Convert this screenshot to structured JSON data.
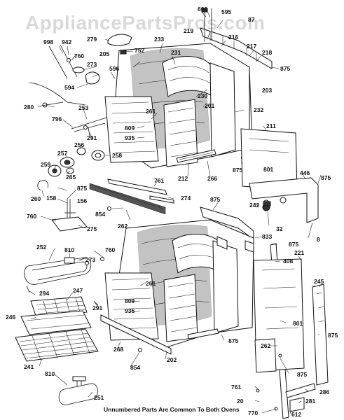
{
  "watermark": "AppliancePartsPros.com",
  "footer_note": "Unnumbered Parts Are Common To Both Ovens",
  "labels": [
    {
      "id": "l600",
      "text": "600"
    },
    {
      "id": "l595",
      "text": "595"
    },
    {
      "id": "l87",
      "text": "87"
    },
    {
      "id": "l219",
      "text": "219"
    },
    {
      "id": "l216",
      "text": "216"
    },
    {
      "id": "l233",
      "text": "233"
    },
    {
      "id": "l217",
      "text": "217"
    },
    {
      "id": "l218",
      "text": "218"
    },
    {
      "id": "l875a",
      "text": "875"
    },
    {
      "id": "l279",
      "text": "279"
    },
    {
      "id": "l998",
      "text": "998"
    },
    {
      "id": "l942",
      "text": "942"
    },
    {
      "id": "l752",
      "text": "752"
    },
    {
      "id": "l205",
      "text": "205"
    },
    {
      "id": "l760a",
      "text": "760"
    },
    {
      "id": "l231",
      "text": "231"
    },
    {
      "id": "l273",
      "text": "273"
    },
    {
      "id": "l596",
      "text": "596"
    },
    {
      "id": "l594",
      "text": "594"
    },
    {
      "id": "l203",
      "text": "203"
    },
    {
      "id": "l230",
      "text": "230"
    },
    {
      "id": "l280",
      "text": "280"
    },
    {
      "id": "l253",
      "text": "253"
    },
    {
      "id": "l201",
      "text": "201"
    },
    {
      "id": "l232",
      "text": "232"
    },
    {
      "id": "l261a",
      "text": "261"
    },
    {
      "id": "l796",
      "text": "796"
    },
    {
      "id": "l211",
      "text": "211"
    },
    {
      "id": "l809a",
      "text": "809"
    },
    {
      "id": "l291a",
      "text": "291"
    },
    {
      "id": "l935a",
      "text": "935"
    },
    {
      "id": "l257",
      "text": "257"
    },
    {
      "id": "l256",
      "text": "256"
    },
    {
      "id": "l258",
      "text": "258"
    },
    {
      "id": "l801a",
      "text": "801"
    },
    {
      "id": "l259",
      "text": "259"
    },
    {
      "id": "l875b",
      "text": "875"
    },
    {
      "id": "l212",
      "text": "212"
    },
    {
      "id": "l266",
      "text": "266"
    },
    {
      "id": "l446",
      "text": "446"
    },
    {
      "id": "l875c",
      "text": "875"
    },
    {
      "id": "l265",
      "text": "265"
    },
    {
      "id": "l761a",
      "text": "761"
    },
    {
      "id": "l260",
      "text": "260"
    },
    {
      "id": "l875d",
      "text": "875"
    },
    {
      "id": "l158",
      "text": "158"
    },
    {
      "id": "l156",
      "text": "156"
    },
    {
      "id": "l274",
      "text": "274"
    },
    {
      "id": "l875e",
      "text": "875"
    },
    {
      "id": "l242",
      "text": "242"
    },
    {
      "id": "l854a",
      "text": "854"
    },
    {
      "id": "l760b",
      "text": "760"
    },
    {
      "id": "l262a",
      "text": "262"
    },
    {
      "id": "l275",
      "text": "275"
    },
    {
      "id": "l32",
      "text": "32"
    },
    {
      "id": "l8",
      "text": "8"
    },
    {
      "id": "l833",
      "text": "833"
    },
    {
      "id": "l875f",
      "text": "875"
    },
    {
      "id": "l252",
      "text": "252"
    },
    {
      "id": "l810a",
      "text": "810"
    },
    {
      "id": "l760c",
      "text": "760"
    },
    {
      "id": "l221",
      "text": "221"
    },
    {
      "id": "l273b",
      "text": "273"
    },
    {
      "id": "l408",
      "text": "408"
    },
    {
      "id": "l245",
      "text": "245"
    },
    {
      "id": "l294",
      "text": "294"
    },
    {
      "id": "l247",
      "text": "247"
    },
    {
      "id": "l261b",
      "text": "261"
    },
    {
      "id": "l809b",
      "text": "809"
    },
    {
      "id": "l291b",
      "text": "291"
    },
    {
      "id": "l935b",
      "text": "935"
    },
    {
      "id": "l246",
      "text": "246"
    },
    {
      "id": "l801b",
      "text": "801"
    },
    {
      "id": "l875g",
      "text": "875"
    },
    {
      "id": "l875h",
      "text": "875"
    },
    {
      "id": "l262b",
      "text": "262"
    },
    {
      "id": "l268",
      "text": "268"
    },
    {
      "id": "l202",
      "text": "202"
    },
    {
      "id": "l241",
      "text": "241"
    },
    {
      "id": "l854b",
      "text": "854"
    },
    {
      "id": "l875i",
      "text": "875"
    },
    {
      "id": "l810b",
      "text": "810"
    },
    {
      "id": "l761b",
      "text": "761"
    },
    {
      "id": "l286",
      "text": "286"
    },
    {
      "id": "l251",
      "text": "251"
    },
    {
      "id": "l20",
      "text": "20"
    },
    {
      "id": "l281",
      "text": "281"
    },
    {
      "id": "l770",
      "text": "770"
    },
    {
      "id": "l612",
      "text": "612"
    }
  ]
}
